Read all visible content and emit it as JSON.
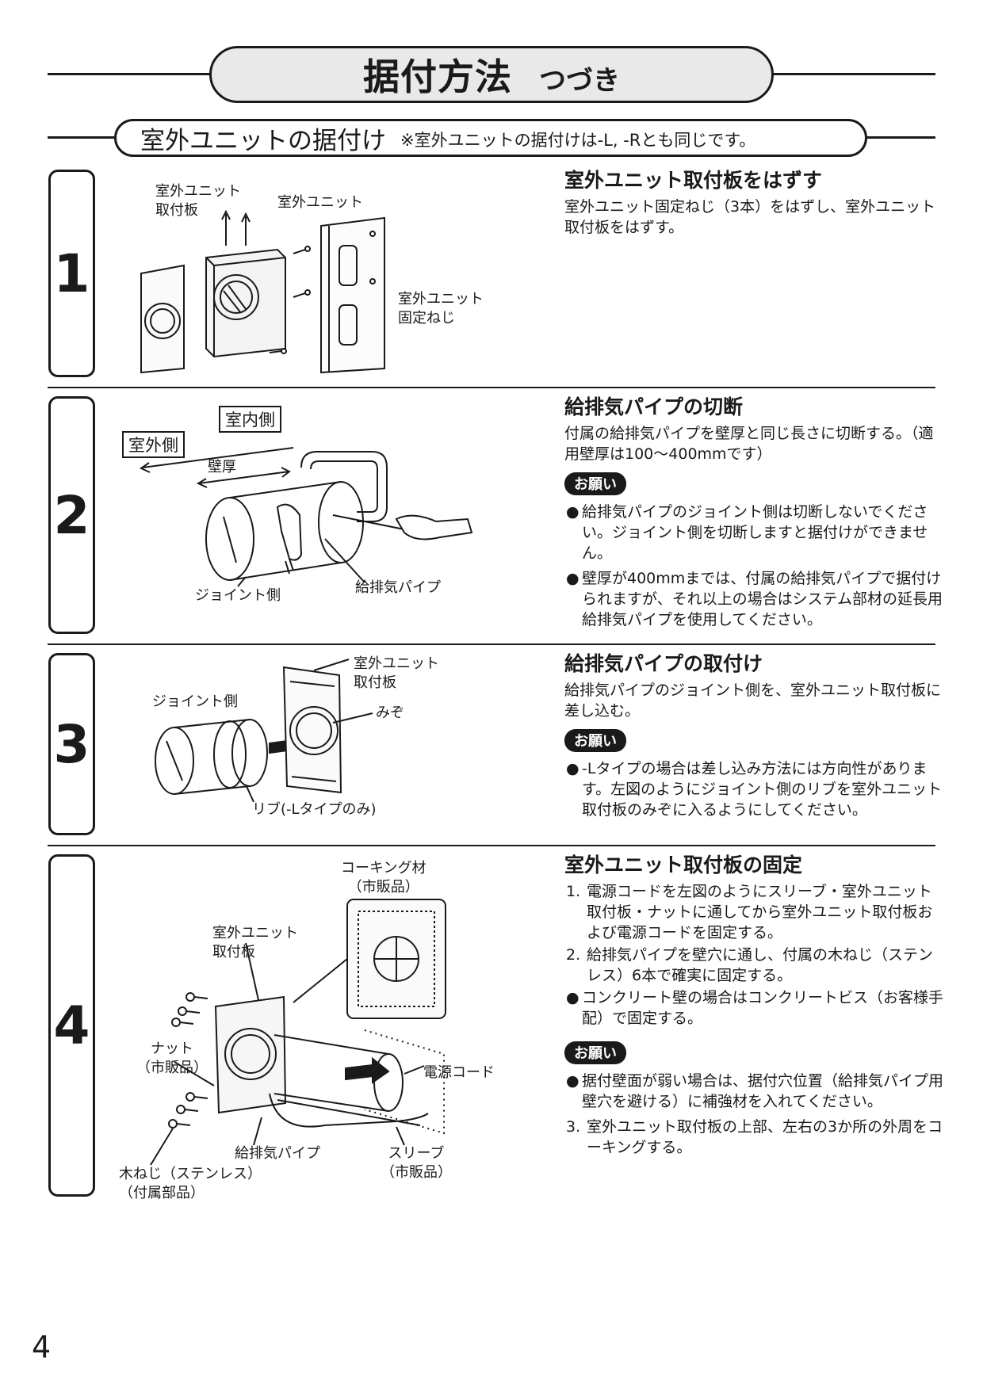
{
  "header": {
    "title": "据付方法",
    "title_sub": "つづき"
  },
  "section": {
    "title": "室外ユニットの据付け",
    "note": "※室外ユニットの据付けは-L, -Rとも同じです。"
  },
  "steps": [
    {
      "number": "1",
      "heading": "室外ユニット取付板をはずす",
      "body": "室外ユニット固定ねじ（3本）をはずし、室外ユニット取付板をはずす。",
      "labels": {
        "plate": "室外ユニット\n取付板",
        "unit": "室外ユニット",
        "screw": "室外ユニット\n固定ねじ"
      }
    },
    {
      "number": "2",
      "heading": "給排気パイプの切断",
      "body": "付属の給排気パイプを壁厚と同じ長さに切断する。（適用壁厚は100〜400mmです）",
      "notice": "お願い",
      "bullets": [
        "給排気パイプのジョイント側は切断しないでください。ジョイント側を切断しますと据付けができません。",
        "壁厚が400mmまでは、付属の給排気パイプで据付けられますが、それ以上の場合はシステム部材の延長用給排気パイプを使用してください。"
      ],
      "labels": {
        "indoor": "室内側",
        "outdoor": "室外側",
        "wall": "壁厚",
        "joint": "ジョイント側",
        "pipe": "給排気パイプ"
      }
    },
    {
      "number": "3",
      "heading": "給排気パイプの取付け",
      "body": "給排気パイプのジョイント側を、室外ユニット取付板に差し込む。",
      "notice": "お願い",
      "bullets": [
        "-Lタイプの場合は差し込み方法には方向性があります。左図のようにジョイント側のリブを室外ユニット取付板のみぞに入るようにしてください。"
      ],
      "labels": {
        "plate": "室外ユニット\n取付板",
        "joint": "ジョイント側",
        "groove": "みぞ",
        "rib": "リブ(-Lタイプのみ)"
      }
    },
    {
      "number": "4",
      "heading": "室外ユニット取付板の固定",
      "items_a": [
        {
          "n": "1.",
          "text": "電源コードを左図のようにスリーブ・室外ユニット取付板・ナットに通してから室外ユニット取付板および電源コードを固定する。"
        },
        {
          "n": "2.",
          "text": "給排気パイプを壁穴に通し、付属の木ねじ（ステンレス）6本で確実に固定する。"
        }
      ],
      "bullet_a": "コンクリート壁の場合はコンクリートビス（お客様手配）で固定する。",
      "notice": "お願い",
      "bullet_b": "据付壁面が弱い場合は、据付穴位置（給排気パイプ用壁穴を避ける）に補強材を入れてください。",
      "item_b": {
        "n": "3.",
        "text": "室外ユニット取付板の上部、左右の3か所の外周をコーキングする。"
      },
      "labels": {
        "caulk": "コーキング材\n（市販品）",
        "plate": "室外ユニット\n取付板",
        "nut": "ナット\n（市販品）",
        "cord": "電源コード",
        "pipe": "給排気パイプ",
        "sleeve": "スリーブ\n（市販品）",
        "screw": "木ねじ（ステンレス）\n（付属部品）"
      }
    }
  ],
  "page_number": "4"
}
